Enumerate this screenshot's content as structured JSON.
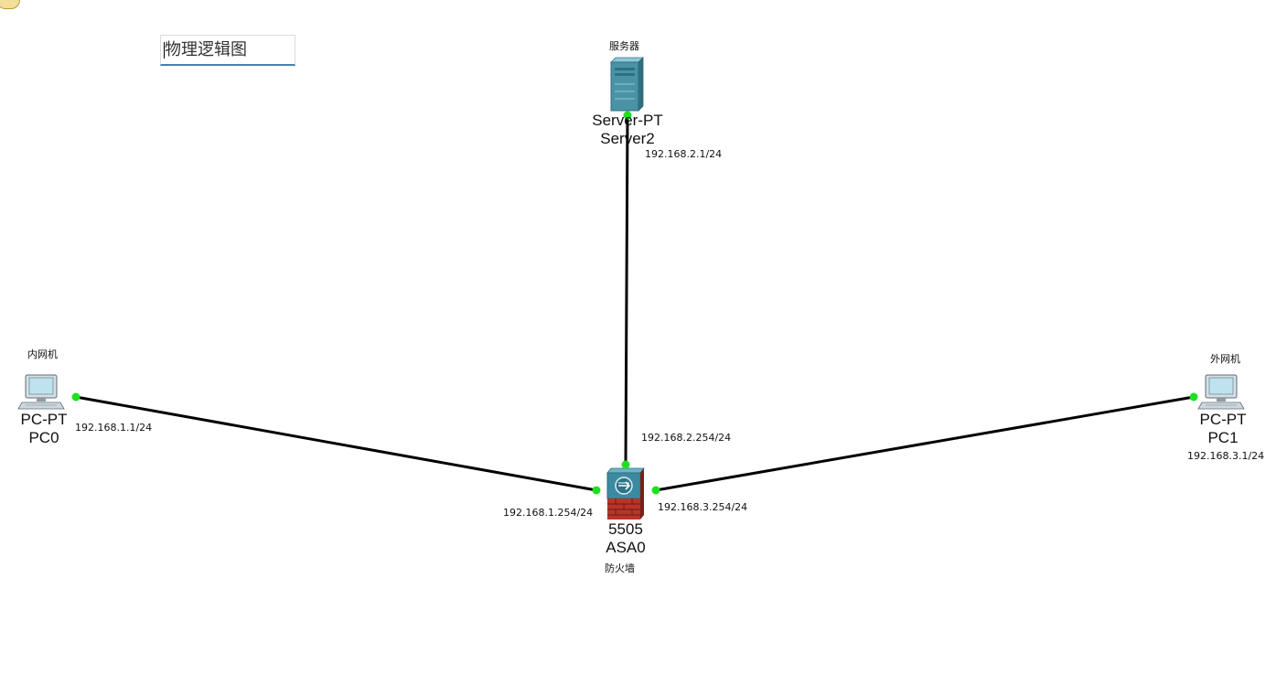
{
  "diagram": {
    "title": "物理逻辑图",
    "devices": {
      "server": {
        "note": "服务器",
        "type": "Server-PT",
        "name": "Server2",
        "ip": "192.168.2.1/24"
      },
      "firewall": {
        "note": "防火墙",
        "type": "5505",
        "name": "ASA0",
        "ports": {
          "to_pc0": "192.168.1.254/24",
          "to_server": "192.168.2.254/24",
          "to_pc1": "192.168.3.254/24"
        }
      },
      "pc0": {
        "note": "内网机",
        "type": "PC-PT",
        "name": "PC0",
        "ip": "192.168.1.1/24"
      },
      "pc1": {
        "note": "外网机",
        "type": "PC-PT",
        "name": "PC1",
        "ip": "192.168.3.1/24"
      }
    },
    "colors": {
      "link": "#000000",
      "port_up": "#1fe01f",
      "server_body": "#4a93a6",
      "firewall_brick": "#b8342a",
      "pc_screen": "#bfe3ee"
    }
  }
}
